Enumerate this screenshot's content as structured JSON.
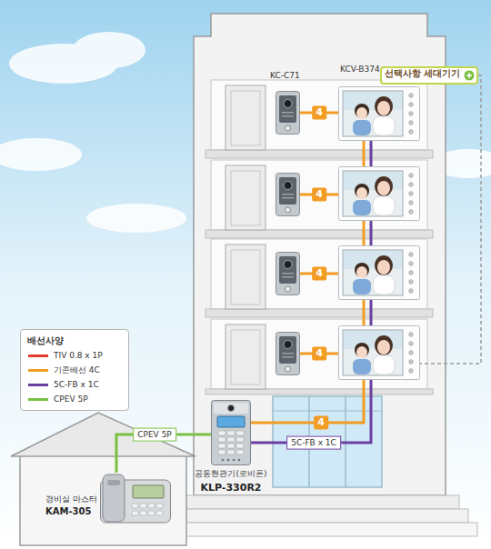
{
  "diagram": {
    "nodes": [
      {
        "text": [
          "선택사항 세대기기"
        ]
      },
      {
        "text": [
          "KC-C71"
        ]
      },
      {
        "text": [
          "KCV-B374"
        ]
      },
      {
        "text": []
      },
      {
        "text": []
      },
      {
        "text": []
      },
      {
        "text": []
      },
      {
        "text": []
      },
      {
        "text": []
      },
      {
        "text": [
          "공동현관기(로비폰)",
          "KLP-330R2"
        ]
      },
      {
        "text": [
          "경비실 마스터",
          "KAM-305"
        ]
      }
    ],
    "edges": [
      {
        "from": 1,
        "to": 2,
        "label": "4",
        "arrow": "none"
      },
      {
        "from": 2,
        "to": 4,
        "arrow": "none"
      },
      {
        "from": 2,
        "to": 4,
        "arrow": "none"
      },
      {
        "from": 3,
        "to": 4,
        "label": "4",
        "arrow": "none"
      },
      {
        "from": 4,
        "to": 6,
        "arrow": "none"
      },
      {
        "from": 4,
        "to": 6,
        "arrow": "none"
      },
      {
        "from": 5,
        "to": 6,
        "label": "4",
        "arrow": "none"
      },
      {
        "from": 6,
        "to": 8,
        "arrow": "none"
      },
      {
        "from": 6,
        "to": 8,
        "arrow": "none"
      },
      {
        "from": 7,
        "to": 8,
        "label": "4",
        "arrow": "none"
      },
      {
        "from": 9,
        "to": 8,
        "label": "4",
        "arrow": "none"
      },
      {
        "from": 9,
        "to": 8,
        "label": "5C-FB x 1C",
        "arrow": "none"
      },
      {
        "from": 10,
        "to": 9,
        "label": "CPEV 5P",
        "arrow": "none"
      },
      {
        "from": 0,
        "to": 8,
        "arrow": "none"
      }
    ],
    "labels": [
      "배선사양"
    ],
    "legend": [
      {
        "text": "TIV 0.8 x 1P",
        "color": "#e63a2e"
      },
      {
        "text": "기존배선 4C",
        "color": "#f39c24"
      },
      {
        "text": "5C-FB x 1C",
        "color": "#6b3fa0"
      },
      {
        "text": "CPEV 5P",
        "color": "#79c043"
      }
    ]
  }
}
